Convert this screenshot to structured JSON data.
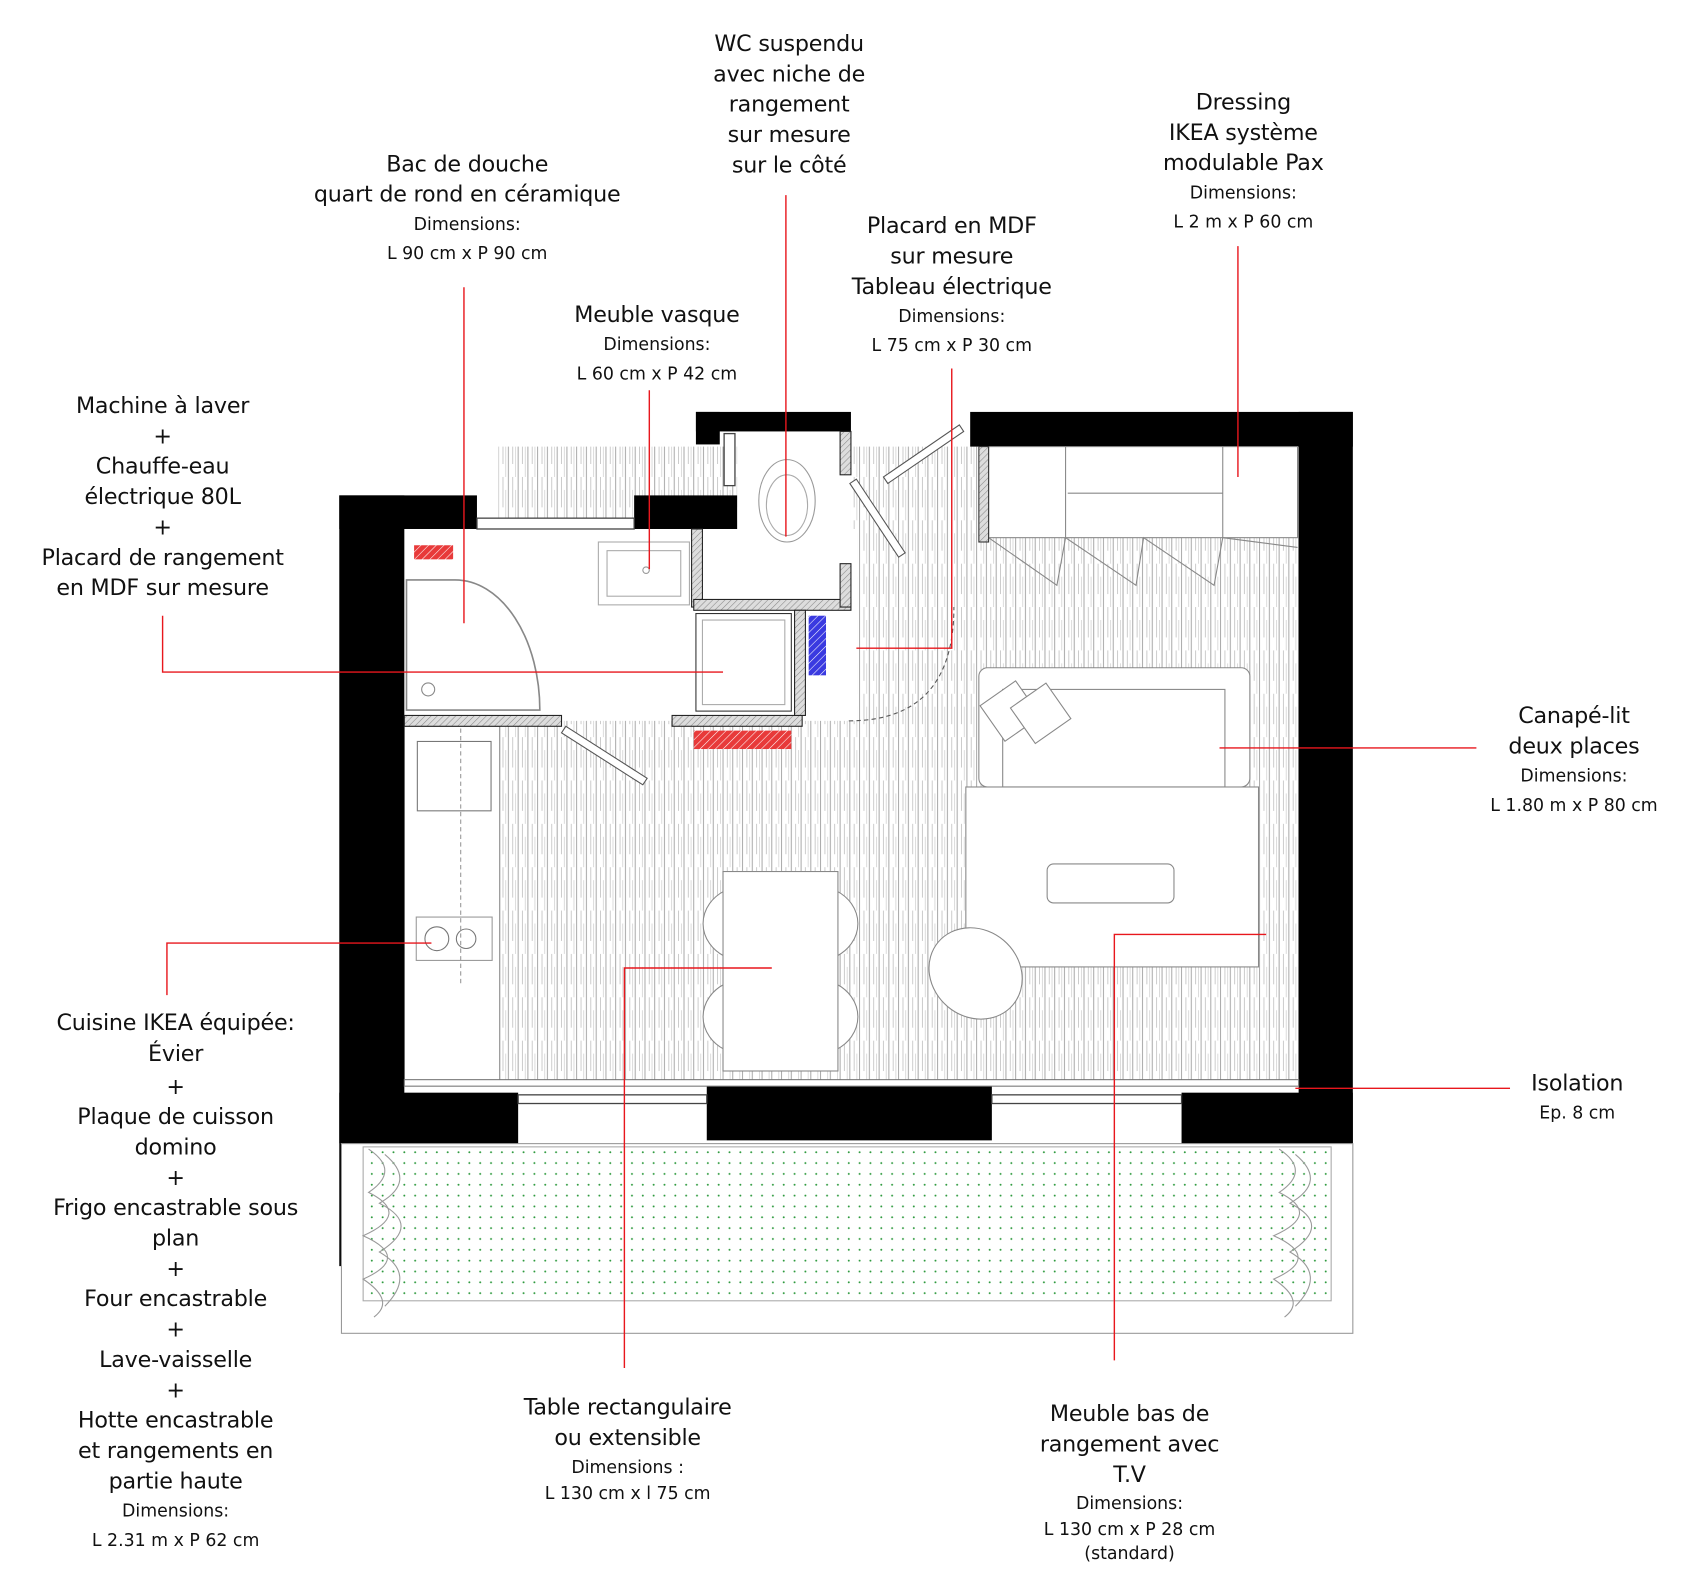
{
  "colors": {
    "leader": "#e8171d",
    "wall": "#000000",
    "heater": "#e83a3a",
    "panel": "#3a3ae0",
    "terrace": "#2e9a3e"
  },
  "labels": {
    "wc": {
      "lines": [
        "WC suspendu",
        "avec niche de",
        "rangement",
        "sur mesure",
        "sur le côté"
      ]
    },
    "douche": {
      "lines": [
        "Bac de douche",
        "quart de rond en céramique"
      ],
      "dim_title": "Dimensions:",
      "dim": "L 90 cm x P 90 cm"
    },
    "vasque": {
      "lines": [
        "Meuble vasque"
      ],
      "dim_title": "Dimensions:",
      "dim": "L 60 cm x P 42 cm"
    },
    "placard": {
      "lines": [
        "Placard en MDF",
        "sur mesure",
        "Tableau électrique"
      ],
      "dim_title": "Dimensions:",
      "dim": "L 75 cm x P 30 cm"
    },
    "dressing": {
      "lines": [
        "Dressing",
        "IKEA système",
        "modulable Pax"
      ],
      "dim_title": "Dimensions:",
      "dim": "L 2 m x P 60 cm"
    },
    "machine": {
      "lines": [
        "Machine à laver",
        "+",
        "Chauffe-eau",
        "électrique 80L",
        "+",
        "Placard de rangement",
        "en MDF sur mesure"
      ]
    },
    "canape": {
      "lines": [
        "Canapé-lit",
        "deux places"
      ],
      "dim_title": "Dimensions:",
      "dim": "L 1.80 m x P 80 cm"
    },
    "isolation": {
      "lines": [
        "Isolation"
      ],
      "dim": "Ep. 8 cm"
    },
    "cuisine": {
      "lines": [
        "Cuisine IKEA équipée:",
        "Évier",
        "+",
        "Plaque de cuisson",
        "domino",
        "+",
        "Frigo encastrable sous",
        "plan",
        "+",
        "Four encastrable",
        "+",
        "Lave-vaisselle",
        "+",
        "Hotte encastrable",
        "et rangements en",
        "partie haute"
      ],
      "dim_title": "Dimensions:",
      "dim": "L 2.31 m x P 62 cm"
    },
    "table": {
      "lines": [
        "Table rectangulaire",
        "ou extensible"
      ],
      "dim_title": "Dimensions :",
      "dim": "L 130 cm x l 75 cm"
    },
    "meuble_tv": {
      "lines": [
        "Meuble bas de",
        "rangement avec",
        "T.V"
      ],
      "dim_title": "Dimensions:",
      "dim": "L 130 cm x P 28 cm",
      "note": "(standard)"
    }
  }
}
